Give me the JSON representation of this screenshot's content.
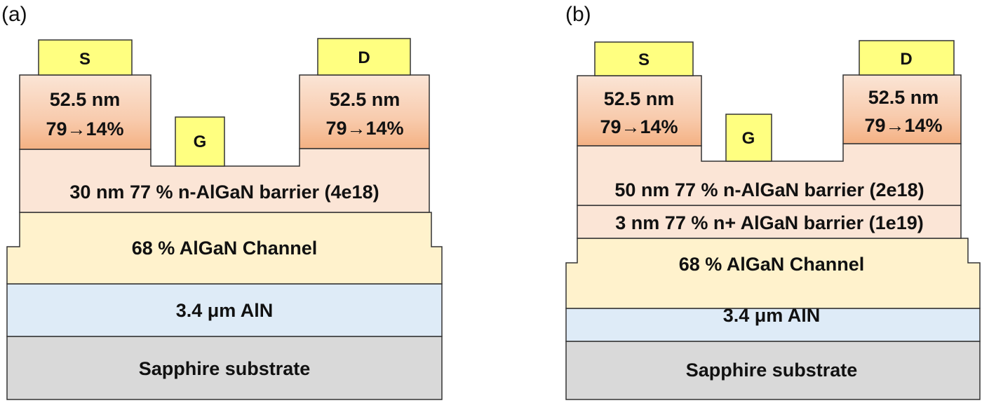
{
  "colors": {
    "contact": "#ffff80",
    "cap_top": "#fbe5d6",
    "cap_bottom": "#f4b183",
    "barrier": "#fbe5d6",
    "channel": "#fff2cc",
    "aln": "#deebf7",
    "sapphire": "#d9d9d9"
  },
  "panel_a": {
    "label": "(a)",
    "source": "S",
    "gate": "G",
    "drain": "D",
    "cap_left": [
      "52.5 nm",
      "79→14%"
    ],
    "cap_right": [
      "52.5 nm",
      "79→14%"
    ],
    "barrier": "30 nm 77 % n-AlGaN barrier (4e18)",
    "channel": "68 % AlGaN Channel",
    "buffer": "3.4 μm AlN",
    "substrate": "Sapphire substrate"
  },
  "panel_b": {
    "label": "(b)",
    "source": "S",
    "gate": "G",
    "drain": "D",
    "cap_left": [
      "52.5 nm",
      "79→14%"
    ],
    "cap_right": [
      "52.5 nm",
      "79→14%"
    ],
    "barrier": "50 nm 77 % n-AlGaN barrier (2e18)",
    "barrier2": "3 nm 77 % n+ AlGaN barrier (1e19)",
    "channel": "68 % AlGaN Channel",
    "buffer": "3.4 μm AlN",
    "substrate": "Sapphire substrate"
  }
}
